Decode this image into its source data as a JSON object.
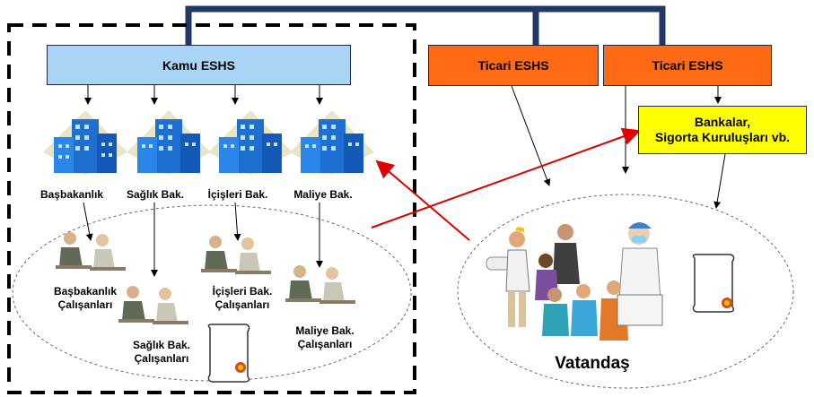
{
  "colors": {
    "navy": "#1f3864",
    "blue_box": "#aad4f5",
    "orange_box": "#ff6a13",
    "yellow_box": "#ffff00",
    "red_line": "#e00000"
  },
  "boxes": {
    "kamu": "Kamu ESHS",
    "ticari1": "Ticari ESHS",
    "ticari2": "Ticari ESHS",
    "bankalar_l1": "Bankalar,",
    "bankalar_l2": "Sigorta Kuruluşları vb."
  },
  "institutions": {
    "basbakanlik": "Başbakanlık",
    "saglik": "Sağlık Bak.",
    "icisleri": "İçişleri Bak.",
    "maliye": "Maliye Bak."
  },
  "employees": [
    {
      "line1": "Başbakanlık",
      "line2": "Çalışanları"
    },
    {
      "line1": "Sağlık Bak.",
      "line2": "Çalışanları"
    },
    {
      "line1": "İçişleri Bak.",
      "line2": "Çalışanları"
    },
    {
      "line1": "Maliye Bak.",
      "line2": "Çalışanları"
    }
  ],
  "citizens": "Vatandaş",
  "icons": [
    "building-icon",
    "office-worker-icon",
    "certificate-scroll-icon",
    "citizens-group-icon"
  ]
}
